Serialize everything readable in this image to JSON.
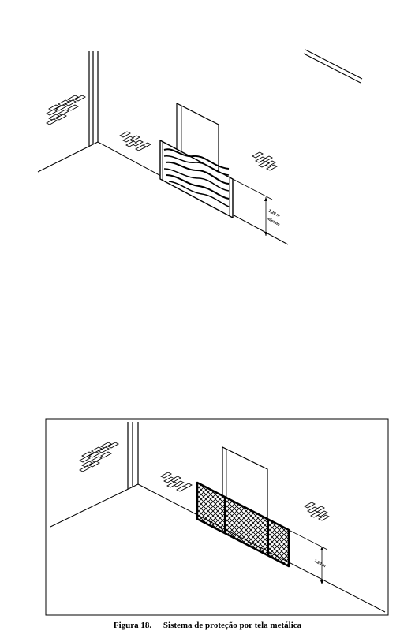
{
  "figure_top": {
    "dimension_label": "1,20 m",
    "dimension_sublabel": "mínimo"
  },
  "figure_bottom": {
    "dimension_label": "1,20 m"
  },
  "caption": {
    "number": "Figura 18.",
    "title": "Sistema de proteção por tela metálica"
  },
  "colors": {
    "ink": "#000000",
    "background": "#ffffff"
  }
}
